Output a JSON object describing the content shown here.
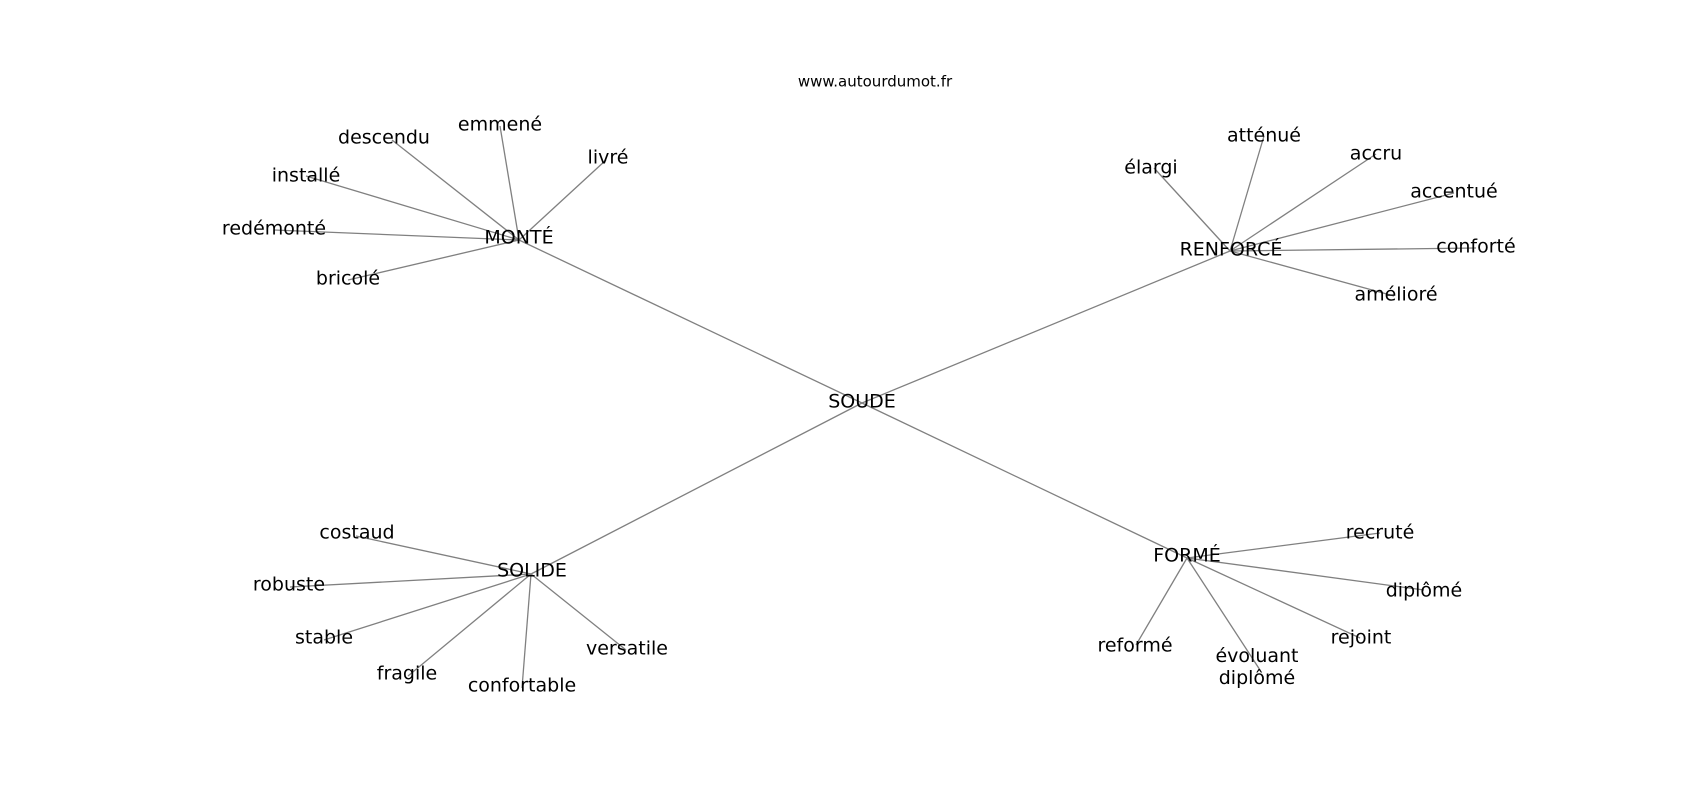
{
  "site": "www.autourdumot.fr",
  "center": "SOUDE",
  "groups": [
    {
      "id": "monte",
      "label": "MONTÉ",
      "words": [
        "descendu",
        "emmené",
        "livré",
        "installé",
        "redémonté",
        "bricolé"
      ]
    },
    {
      "id": "renforce",
      "label": "RENFORCÉ",
      "words": [
        "élargi",
        "atténué",
        "accru",
        "accentué",
        "conforté",
        "amélioré"
      ]
    },
    {
      "id": "solide",
      "label": "SOLIDE",
      "words": [
        "costaud",
        "robuste",
        "stable",
        "fragile",
        "confortable",
        "versatile"
      ]
    },
    {
      "id": "forme",
      "label": "FORMÉ",
      "words": [
        "recruté",
        "diplômé",
        "rejoint",
        "évoluant diplômé",
        "reformé"
      ]
    }
  ],
  "colors": {
    "edge": "#808080",
    "text": "#000000",
    "background": "#ffffff"
  }
}
